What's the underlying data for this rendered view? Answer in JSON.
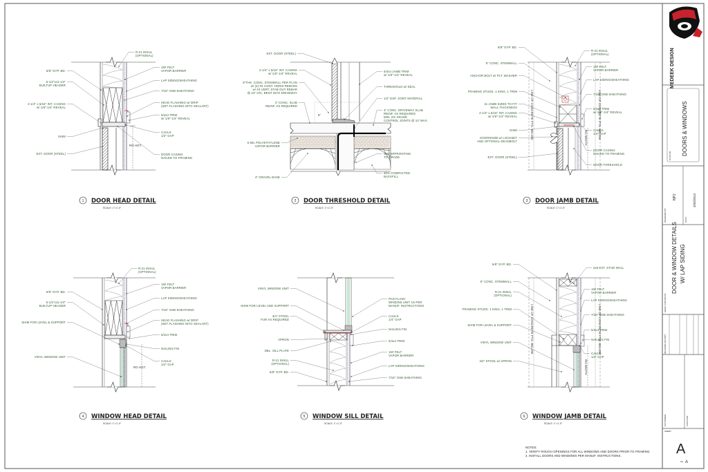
{
  "sheet": {
    "notes_heading": "NOTES:",
    "notes": [
      "1.   VERIFY ROUGH OPENINGS FOR ALL WINDOWS AND DOORS PRIOR TO FRAMING.",
      "2.   INSTALL DOORS AND WINDOWS PER MANUF. INSTRUCTIONS."
    ]
  },
  "title_block": {
    "company": "MEDEEK DESIGN",
    "plan_no_label": "PLAN NO.",
    "plan_name": "DOORS & WINDOWS",
    "designed_by_label": "DESIGNED BY:",
    "designed_by": "NPJ",
    "date_label": "DATE:",
    "date": "3/26/2013",
    "contents_label": "SHEET CONTENTS:",
    "contents_line1": "DOOR & WINDOW DETAILS",
    "contents_line2": "W/ LAP SIDING",
    "revision_label": "REVISION HISTORY:",
    "customer_label": "CUSTOMER:",
    "location_label": "LOCATION:",
    "sheet_label": "SHEET",
    "sheet_no": "A",
    "of_label": "OF",
    "sheet_total": "A",
    "logo_color": "#c8232c"
  },
  "colors": {
    "label": "#2f5a2f",
    "vapor_barrier": "#7d6fb0",
    "flashing": "#c03030"
  },
  "details": [
    {
      "number": "1",
      "title": "DOOR HEAD DETAIL",
      "scale": "SCALE: 1\"=1'-0\"",
      "labels": [
        [
          "R-21 INSUL",
          "(OPTIONAL)"
        ],
        [
          "5/8\" GYP. BD."
        ],
        [
          "5-1/2\"x11-1/4\"",
          "BUILTUP HEADER"
        ],
        [
          "2-1/4\" x 5/16\" INT. CASING",
          "w/ 1/8\"-1/4\" REVEAL"
        ],
        [
          "SHIM"
        ],
        [
          "EXT. DOOR (STEEL)"
        ],
        [
          "15# FELT",
          "VAPOR BARRIER"
        ],
        [
          "LAP SIDING/SHEATHING"
        ],
        [
          "7/16\" OSB SHEATHING"
        ],
        [
          "HEAD FLASHING w/ DRIP",
          "(SET FLASHING INTO SEALANT)"
        ],
        [
          "5/4x4 TRIM",
          "w/ 1/8\"-1/4\" REVEAL"
        ],
        [
          "CAULK",
          "1/2\" GAP"
        ],
        [
          "DOOR CASING",
          "NAILED TO FRAMING"
        ]
      ],
      "dims": [
        "RO HGT."
      ]
    },
    {
      "number": "2",
      "title": "DOOR THRESHOLD DETAIL",
      "scale": "SCALE: 1\"=1'-0\"",
      "labels": [
        [
          "EXT. DOOR (STEEL)"
        ],
        [
          "2-1/4\" x 5/16\" INT. CASING",
          "w/ 1/8\"-1/4\" REVEAL"
        ],
        [
          "8\"THK. CONC. STEMWALL PER PLAN",
          "w/ (2)-#4 CONT. HORIZ REBARS",
          "w/ #4 VERT. STAB OUT REBAR",
          "@ 24\" O/C, BENT INTO DRIVEWAY"
        ],
        [
          "4\" CONC. SLAB",
          "REINF. AS REQUIRED"
        ],
        [
          "6 MIL POLYETHYLENE",
          "VAPOR BARRIER"
        ],
        [
          "4\" GRAVEL BASE"
        ],
        [
          "5/4x4 JAMB TRIM",
          "w/ 1/8\"-1/4\" REVEAL"
        ],
        [
          "THRESHOLD w/ SEAL"
        ],
        [
          "1/2\" EXP. JOINT MATERIAL"
        ],
        [
          "4\" CONC. DRIVEWAY SLAB",
          "REINF. AS REQUIRED",
          "MIN. 2% GRADE",
          "CONTROL JOINTS @ 10' MAX."
        ],
        [
          "WATERPROOFING",
          "TO GRADE"
        ],
        [
          "95% COMPACTED",
          "BACKFILL"
        ]
      ],
      "dims": [
        "6\""
      ]
    },
    {
      "number": "3",
      "title": "DOOR JAMB DETAIL",
      "scale": "SCALE: 1\"=1'-0\"",
      "labels": [
        [
          "5/8\" GYP. BD."
        ],
        [
          "8\" CONC. STEMWALL"
        ],
        [
          "ANCHOR BOLT w/ PLT. WASHER"
        ],
        [
          "FRAMING STUDS: 1 KING, 1 TRIM"
        ],
        [
          "2x JAMB SIZED TO FIT",
          "WALL THICKNESS"
        ],
        [
          "2-1/4\" x 5/16\" INT. CASING",
          "w/ 1/8\"-1/4\" REVEAL"
        ],
        [
          "SHIM"
        ],
        [
          "DOORKNOB w/ LOCKSET",
          "AND OPTIONAL DEADBOLT"
        ],
        [
          "EXT. DOOR (STEEL)"
        ],
        [
          "R-21 INSUL",
          "(OPTIONAL)"
        ],
        [
          "15# FELT",
          "VAPOR BARRIER"
        ],
        [
          "LAP SIDING/SHEATHING"
        ],
        [
          "7/16\" OSB SHEATHING"
        ],
        [
          "5/4x4 TRIM",
          "w/ 1/8\"-1/4\" REVEAL"
        ],
        [
          "CAULK",
          "1/4\" GAP"
        ],
        [
          "DOOR CASING",
          "NAILED TO FRAMING"
        ],
        [
          "DOOR THRESHOLD"
        ]
      ],
      "dims": [
        "RO WIDTH",
        "LINE OF CONCRETE FTG. BELOW",
        "LINE OF CONCRETE FTG. BELOW"
      ]
    },
    {
      "number": "4",
      "title": "WINDOW HEAD DETAIL",
      "scale": "SCALE: 1\"=1'-0\"",
      "labels": [
        [
          "5/8\" GYP. BD."
        ],
        [
          "5-1/2\"x11-1/4\"",
          "BUILTUP HEADER"
        ],
        [
          "SHIM FOR LEVEL & SUPPORT"
        ],
        [
          "VINYL WINDOW UNIT"
        ],
        [
          "R-21 INSUL",
          "(OPTIONAL)"
        ],
        [
          "15# FELT",
          "VAPOR BARRIER"
        ],
        [
          "LAP SIDING/SHEATHING"
        ],
        [
          "7/16\" OSB SHEATHING"
        ],
        [
          "HEAD FLASHING w/ DRIP",
          "(SET FLASHING INTO SEALANT)"
        ],
        [
          "5/4x4 TRIM"
        ],
        [
          "NAILING FIN"
        ],
        [
          "CAULK",
          "1/4\" GAP"
        ]
      ],
      "dims": [
        "RO HGT."
      ]
    },
    {
      "number": "5",
      "title": "WINDOW SILL DETAIL",
      "scale": "SCALE: 1\"=1'-0\"",
      "labels": [
        [
          "VINYL WINDOW UNIT"
        ],
        [
          "SHIM FOR LEVEL AND SUPPORT"
        ],
        [
          "3/4\" STOOL",
          "FUR AS REQUIRED"
        ],
        [
          "APRON"
        ],
        [
          "DBL. SILL PLATE"
        ],
        [
          "R-21 INSUL",
          "(OPTIONAL)"
        ],
        [
          "5/8\" GYP. BD."
        ],
        [
          "PAN FLASH",
          "WINDOW UNIT AS PER",
          "MANUF. INSTRUCTIONS"
        ],
        [
          "CAULK",
          "1/4\" GAP"
        ],
        [
          "NAILING FIN"
        ],
        [
          "5/4x4 TRIM"
        ],
        [
          "15# FELT",
          "VAPOR BARRIER"
        ],
        [
          "LAP SIDING/SHEATHING"
        ],
        [
          "7/16\" OSB SHEATHING"
        ]
      ],
      "dims": []
    },
    {
      "number": "6",
      "title": "WINDOW JAMB DETAIL",
      "scale": "SCALE: 1\"=1'-0\"",
      "labels": [
        [
          "5/8\" GYP. BD."
        ],
        [
          "8\" CONC. STEMWALL"
        ],
        [
          "R-21 INSUL",
          "(OPTIONAL)"
        ],
        [
          "FRAMING STUDS: 1 KING, 1 TRIM"
        ],
        [
          "SHIM FOR LEVEL & SUPPORT"
        ],
        [
          "VINYL WINDOW UNIT"
        ],
        [
          "3/4\" STOOL w/ APRON"
        ],
        [
          "2x6 EXT. STUD WALL"
        ],
        [
          "15# FELT",
          "VAPOR BARRIER"
        ],
        [
          "LAP SIDING/SHEATHING"
        ],
        [
          "7/16\" OSB SHEATHING"
        ],
        [
          "5/4x4 TRIM"
        ],
        [
          "NAILING FIN"
        ],
        [
          "CAULK",
          "1/4\" GAP"
        ]
      ],
      "dims": [
        "RO WIDTH",
        "LINE OF CONCRETE FTG. BELOW",
        "LINE OF CONCRETE FTG. BELOW"
      ]
    }
  ]
}
